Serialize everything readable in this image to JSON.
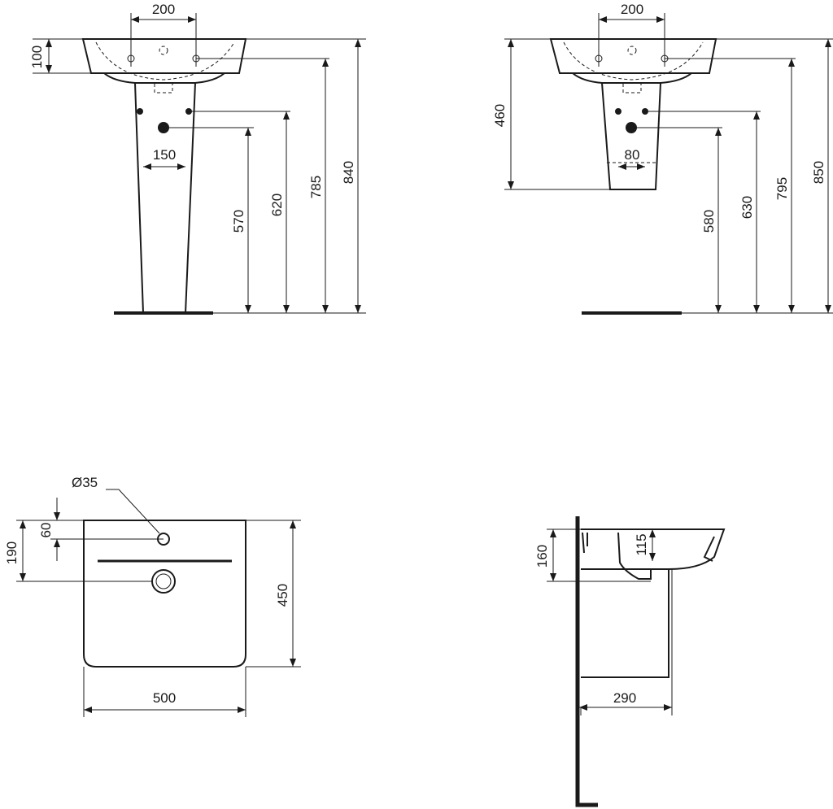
{
  "views": {
    "pedestal_front": {
      "dims": {
        "tap_centres": "200",
        "rim_height": "100",
        "pedestal_width": "150",
        "h1": "570",
        "h2": "620",
        "h3": "785",
        "h4": "840"
      }
    },
    "semi_pedestal_front": {
      "dims": {
        "tap_centres": "200",
        "pedestal_height": "460",
        "pedestal_width": "80",
        "h1": "580",
        "h2": "630",
        "h3": "795",
        "h4": "850"
      }
    },
    "plan": {
      "dims": {
        "hole_diameter": "Ø35",
        "hole_offset": "60",
        "waste_offset": "190",
        "depth": "450",
        "width": "500"
      }
    },
    "side": {
      "dims": {
        "rim_to_outlet": "160",
        "bowl_depth": "115",
        "projection": "290"
      }
    }
  }
}
